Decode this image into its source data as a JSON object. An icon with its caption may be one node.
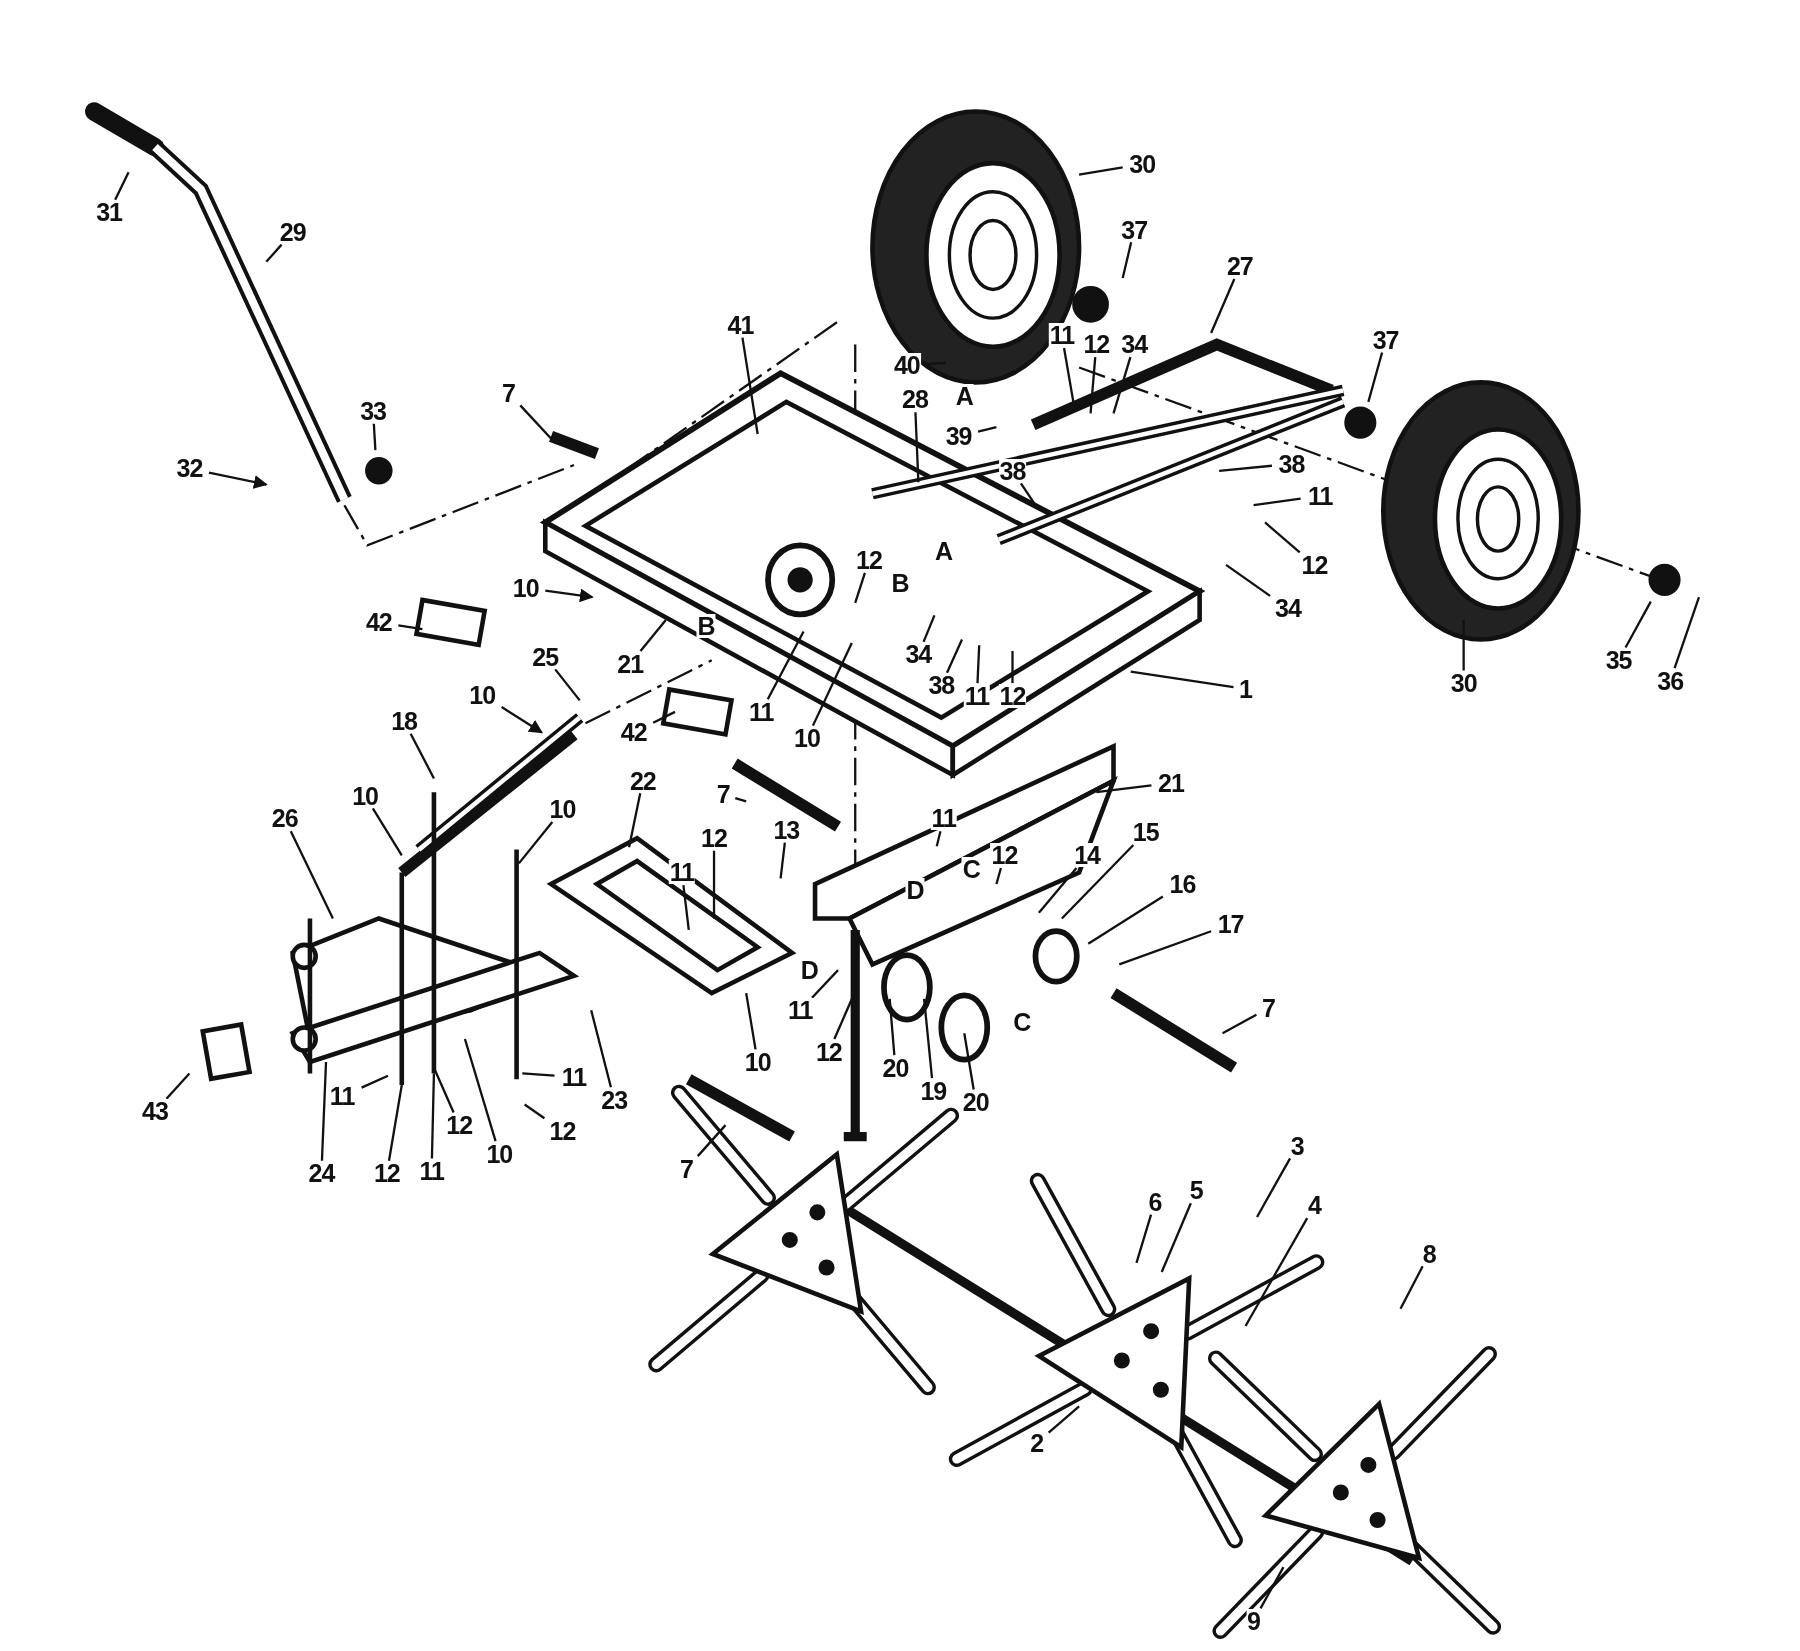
{
  "diagram": {
    "nodes": [
      {
        "text": [
          "31"
        ]
      },
      {
        "text": [
          "30"
        ]
      },
      {
        "text": [
          "29"
        ]
      },
      {
        "text": [
          "37"
        ]
      },
      {
        "text": [
          "27"
        ]
      },
      {
        "text": [
          "41"
        ]
      },
      {
        "text": [
          "37"
        ]
      },
      {
        "text": [
          "11"
        ]
      },
      {
        "text": [
          "12"
        ]
      },
      {
        "text": [
          "34"
        ]
      },
      {
        "text": [
          "40"
        ]
      },
      {
        "text": [
          "7"
        ]
      },
      {
        "text": [
          "28"
        ]
      },
      {
        "text": [
          "33"
        ]
      },
      {
        "text": [
          "39"
        ]
      },
      {
        "text": [
          "38"
        ]
      },
      {
        "text": [
          "32"
        ]
      },
      {
        "text": [
          "38"
        ]
      },
      {
        "text": [
          "11"
        ]
      },
      {
        "text": [
          "12"
        ]
      },
      {
        "text": [
          "12"
        ]
      },
      {
        "text": [
          "10"
        ]
      },
      {
        "text": [
          "34"
        ]
      },
      {
        "text": [
          "42"
        ]
      },
      {
        "text": [
          "21"
        ]
      },
      {
        "text": [
          "34"
        ]
      },
      {
        "text": [
          "38"
        ]
      },
      {
        "text": [
          "11"
        ]
      },
      {
        "text": [
          "12"
        ]
      },
      {
        "text": [
          "25"
        ]
      },
      {
        "text": [
          "35"
        ]
      },
      {
        "text": [
          "36"
        ]
      },
      {
        "text": [
          "30"
        ]
      },
      {
        "text": [
          "1"
        ]
      },
      {
        "text": [
          "11"
        ]
      },
      {
        "text": [
          "18"
        ]
      },
      {
        "text": [
          "10"
        ]
      },
      {
        "text": [
          "42"
        ]
      },
      {
        "text": [
          "10"
        ]
      },
      {
        "text": [
          "21"
        ]
      },
      {
        "text": [
          "22"
        ]
      },
      {
        "text": [
          "7"
        ]
      },
      {
        "text": [
          "10"
        ]
      },
      {
        "text": [
          "10"
        ]
      },
      {
        "text": [
          "26"
        ]
      },
      {
        "text": [
          "12"
        ]
      },
      {
        "text": [
          "13"
        ]
      },
      {
        "text": [
          "11"
        ]
      },
      {
        "text": [
          "12"
        ]
      },
      {
        "text": [
          "14"
        ]
      },
      {
        "text": [
          "11"
        ]
      },
      {
        "text": [
          "15"
        ]
      },
      {
        "text": [
          "16"
        ]
      },
      {
        "text": [
          "17"
        ]
      },
      {
        "text": [
          "11"
        ]
      },
      {
        "text": [
          "7"
        ]
      },
      {
        "text": [
          "12"
        ]
      },
      {
        "text": [
          "10"
        ]
      },
      {
        "text": [
          "11"
        ]
      },
      {
        "text": [
          "11"
        ]
      },
      {
        "text": [
          "23"
        ]
      },
      {
        "text": [
          "19"
        ]
      },
      {
        "text": [
          "20"
        ]
      },
      {
        "text": [
          "20"
        ]
      },
      {
        "text": [
          "43"
        ]
      },
      {
        "text": [
          "12"
        ]
      },
      {
        "text": [
          "12"
        ]
      },
      {
        "text": [
          "10"
        ]
      },
      {
        "text": [
          "7"
        ]
      },
      {
        "text": [
          "3"
        ]
      },
      {
        "text": [
          "24"
        ]
      },
      {
        "text": [
          "12"
        ]
      },
      {
        "text": [
          "11"
        ]
      },
      {
        "text": [
          "5"
        ]
      },
      {
        "text": [
          "6"
        ]
      },
      {
        "text": [
          "4"
        ]
      },
      {
        "text": [
          "8"
        ]
      },
      {
        "text": [
          "2"
        ]
      },
      {
        "text": [
          "9"
        ]
      }
    ],
    "edges": [
      {
        "from": 0,
        "to": null,
        "arrow": "none"
      },
      {
        "from": 1,
        "to": null,
        "arrow": "none"
      },
      {
        "from": 2,
        "to": null,
        "arrow": "none"
      },
      {
        "from": 3,
        "to": null,
        "arrow": "none"
      },
      {
        "from": 4,
        "to": null,
        "arrow": "none"
      },
      {
        "from": 5,
        "to": null,
        "arrow": "none"
      },
      {
        "from": 6,
        "to": null,
        "arrow": "none"
      },
      {
        "from": 7,
        "to": null,
        "arrow": "none"
      },
      {
        "from": 8,
        "to": null,
        "arrow": "none"
      },
      {
        "from": 9,
        "to": null,
        "arrow": "none"
      },
      {
        "from": 10,
        "to": null,
        "arrow": "none"
      },
      {
        "from": 11,
        "to": null,
        "arrow": "none"
      },
      {
        "from": 12,
        "to": null,
        "arrow": "none"
      },
      {
        "from": 13,
        "to": null,
        "arrow": "none"
      },
      {
        "from": 14,
        "to": null,
        "arrow": "none"
      },
      {
        "from": 15,
        "to": null,
        "arrow": "none"
      },
      {
        "from": 16,
        "to": null,
        "arrow": "to"
      },
      {
        "from": 17,
        "to": null,
        "arrow": "none"
      },
      {
        "from": 18,
        "to": null,
        "arrow": "none"
      },
      {
        "from": 19,
        "to": null,
        "arrow": "none"
      },
      {
        "from": 20,
        "to": null,
        "arrow": "none"
      },
      {
        "from": 21,
        "to": null,
        "arrow": "to"
      },
      {
        "from": 22,
        "to": null,
        "arrow": "none"
      },
      {
        "from": 23,
        "to": null,
        "arrow": "none"
      },
      {
        "from": 24,
        "to": null,
        "arrow": "none"
      },
      {
        "from": 25,
        "to": null,
        "arrow": "none"
      },
      {
        "from": 26,
        "to": null,
        "arrow": "none"
      },
      {
        "from": 27,
        "to": null,
        "arrow": "none"
      },
      {
        "from": 28,
        "to": null,
        "arrow": "none"
      },
      {
        "from": 29,
        "to": null,
        "arrow": "none"
      },
      {
        "from": 30,
        "to": null,
        "arrow": "none"
      },
      {
        "from": 31,
        "to": null,
        "arrow": "none"
      },
      {
        "from": 32,
        "to": null,
        "arrow": "none"
      },
      {
        "from": 33,
        "to": null,
        "arrow": "none"
      },
      {
        "from": 34,
        "to": null,
        "arrow": "none"
      },
      {
        "from": 35,
        "to": null,
        "arrow": "none"
      },
      {
        "from": 36,
        "to": null,
        "arrow": "to"
      },
      {
        "from": 37,
        "to": null,
        "arrow": "none"
      },
      {
        "from": 38,
        "to": null,
        "arrow": "none"
      },
      {
        "from": 39,
        "to": null,
        "arrow": "none"
      },
      {
        "from": 40,
        "to": null,
        "arrow": "none"
      },
      {
        "from": 41,
        "to": null,
        "arrow": "none"
      },
      {
        "from": 42,
        "to": null,
        "arrow": "none"
      },
      {
        "from": 43,
        "to": null,
        "arrow": "none"
      },
      {
        "from": 44,
        "to": null,
        "arrow": "none"
      },
      {
        "from": 45,
        "to": null,
        "arrow": "none"
      },
      {
        "from": 46,
        "to": null,
        "arrow": "none"
      },
      {
        "from": 47,
        "to": null,
        "arrow": "none"
      },
      {
        "from": 48,
        "to": null,
        "arrow": "none"
      },
      {
        "from": 49,
        "to": null,
        "arrow": "none"
      },
      {
        "from": 50,
        "to": null,
        "arrow": "none"
      },
      {
        "from": 51,
        "to": null,
        "arrow": "none"
      },
      {
        "from": 52,
        "to": null,
        "arrow": "none"
      },
      {
        "from": 53,
        "to": null,
        "arrow": "none"
      },
      {
        "from": 54,
        "to": null,
        "arrow": "none"
      },
      {
        "from": 55,
        "to": null,
        "arrow": "none"
      },
      {
        "from": 56,
        "to": null,
        "arrow": "none"
      },
      {
        "from": 57,
        "to": null,
        "arrow": "none"
      },
      {
        "from": 58,
        "to": null,
        "arrow": "none"
      },
      {
        "from": 59,
        "to": null,
        "arrow": "none"
      },
      {
        "from": 60,
        "to": null,
        "arrow": "none"
      },
      {
        "from": 61,
        "to": null,
        "arrow": "none"
      },
      {
        "from": 62,
        "to": null,
        "arrow": "none"
      },
      {
        "from": 63,
        "to": null,
        "arrow": "none"
      },
      {
        "from": 64,
        "to": null,
        "arrow": "none"
      },
      {
        "from": 65,
        "to": null,
        "arrow": "none"
      },
      {
        "from": 66,
        "to": null,
        "arrow": "none"
      },
      {
        "from": 67,
        "to": null,
        "arrow": "none"
      },
      {
        "from": 68,
        "to": null,
        "arrow": "none"
      },
      {
        "from": 69,
        "to": null,
        "arrow": "none"
      },
      {
        "from": 70,
        "to": null,
        "arrow": "none"
      },
      {
        "from": 71,
        "to": null,
        "arrow": "none"
      },
      {
        "from": 72,
        "to": null,
        "arrow": "none"
      },
      {
        "from": 73,
        "to": null,
        "arrow": "none"
      },
      {
        "from": 74,
        "to": null,
        "arrow": "none"
      },
      {
        "from": 75,
        "to": null,
        "arrow": "none"
      },
      {
        "from": 76,
        "to": null,
        "arrow": "none"
      },
      {
        "from": 77,
        "to": null,
        "arrow": "none"
      },
      {
        "from": 78,
        "to": null,
        "arrow": "none"
      }
    ],
    "labels": [
      "A",
      "A",
      "B",
      "B",
      "C",
      "D",
      "D",
      "C"
    ]
  }
}
